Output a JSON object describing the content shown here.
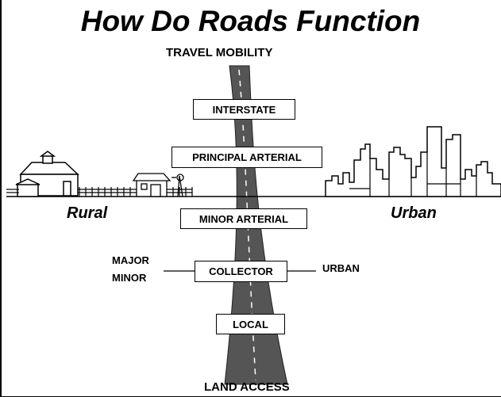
{
  "title": "How Do Roads Function",
  "top_label": "TRAVEL MOBILITY",
  "bottom_label": "LAND ACCESS",
  "regions": {
    "left": "Rural",
    "right": "Urban"
  },
  "levels": [
    "INTERSTATE",
    "PRINCIPAL ARTERIAL",
    "MINOR ARTERIAL",
    "COLLECTOR",
    "LOCAL"
  ],
  "collector_left": [
    "MAJOR",
    "MINOR"
  ],
  "collector_right": "URBAN",
  "colors": {
    "road": "#555555",
    "lane_dash": "#ffffff",
    "ink": "#000000"
  }
}
